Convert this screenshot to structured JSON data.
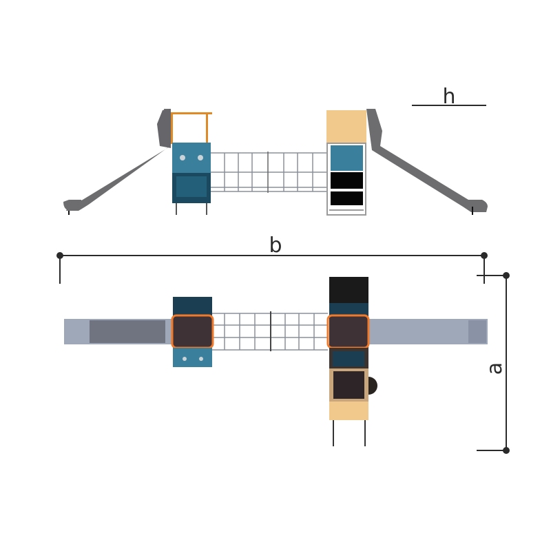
{
  "dimensions": {
    "height_label": "h",
    "width_label": "b",
    "depth_label": "a"
  },
  "colors": {
    "slide": "#6d6d6f",
    "panel_blue": "#3a7f9b",
    "panel_dark_blue": "#1b4a60",
    "roof_beige": "#f2c98c",
    "frame_orange": "#e08a25",
    "deck_orange": "#f07a2a",
    "deck_dark": "#3e3236",
    "net": "#8a8f9a",
    "slide_top": "#9fa8b8",
    "dim_line": "#2a2a2a"
  }
}
